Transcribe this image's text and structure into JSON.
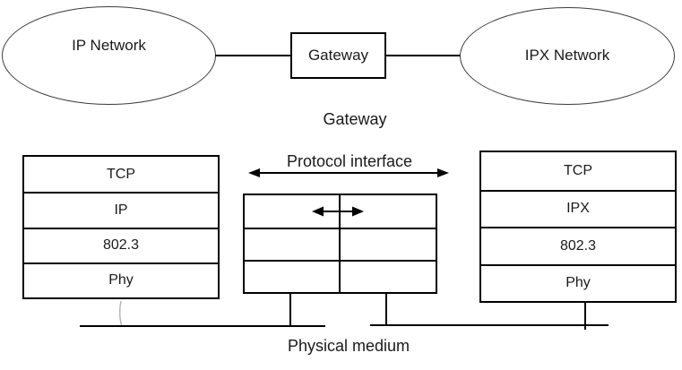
{
  "top": {
    "ip_network_label": "IP Network",
    "gateway_box_label": "Gateway",
    "ipx_network_label": "IPX Network"
  },
  "section_labels": {
    "gateway": "Gateway",
    "protocol_interface": "Protocol interface",
    "physical_medium": "Physical medium"
  },
  "stacks": {
    "left": {
      "layers": [
        "TCP",
        "IP",
        "802.3",
        "Phy"
      ]
    },
    "right": {
      "layers": [
        "TCP",
        "IPX",
        "802.3",
        "Phy"
      ]
    },
    "gateway_stack": {
      "rows": 3,
      "columns": 2
    }
  },
  "colors": {
    "line": "#000000",
    "ellipse_stroke": "#3c3c3c",
    "text": "#1a1a1a",
    "background": "#ffffff",
    "thin_leg": "#b3b3b3"
  }
}
